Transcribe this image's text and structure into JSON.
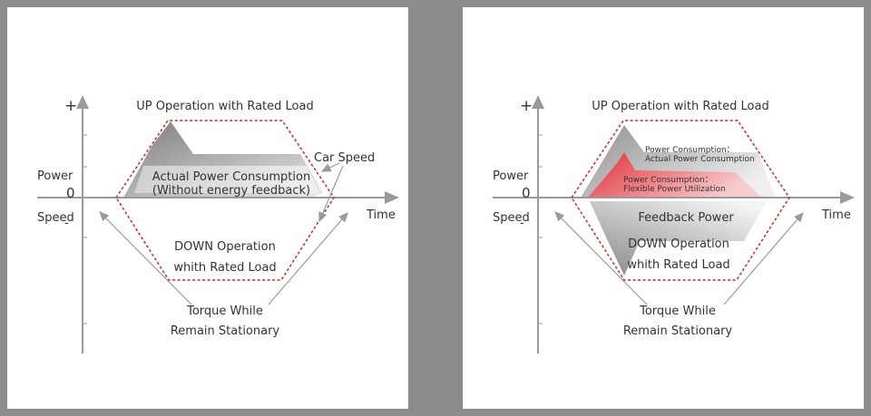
{
  "colors": {
    "frame": "#8c8c8c",
    "axis": "#9a9a9a",
    "hexagon": "#e02020",
    "text": "#333333",
    "accent_red": "#e8202a"
  },
  "left": {
    "plus": "+",
    "power": "Power",
    "zero": "0",
    "speed": "Speed",
    "minus": "-",
    "time": "Time",
    "up_title": "UP Operation with Rated Load",
    "car_speed": "Car Speed",
    "actual_line1": "Actual Power Consumption",
    "actual_line2": "(Without energy feedback)",
    "down_line1": "DOWN Operation",
    "down_line2": "whith Rated Load",
    "torque_line1": "Torque While",
    "torque_line2": "Remain Stationary"
  },
  "right": {
    "plus": "+",
    "power": "Power",
    "zero": "0",
    "speed": "Speed",
    "minus": "-",
    "time": "Time",
    "up_title": "UP Operation with Rated Load",
    "pc_line1": "Power Consumption：",
    "pc_line2": "Actual Power Consumption",
    "flex_line1": "Power Consumption：",
    "flex_line2": "Flexible Power Utilization",
    "feedback": "Feedback Power",
    "down_line1": "DOWN Operation",
    "down_line2": "whith Rated Load",
    "torque_line1": "Torque While",
    "torque_line2": "Remain Stationary"
  }
}
